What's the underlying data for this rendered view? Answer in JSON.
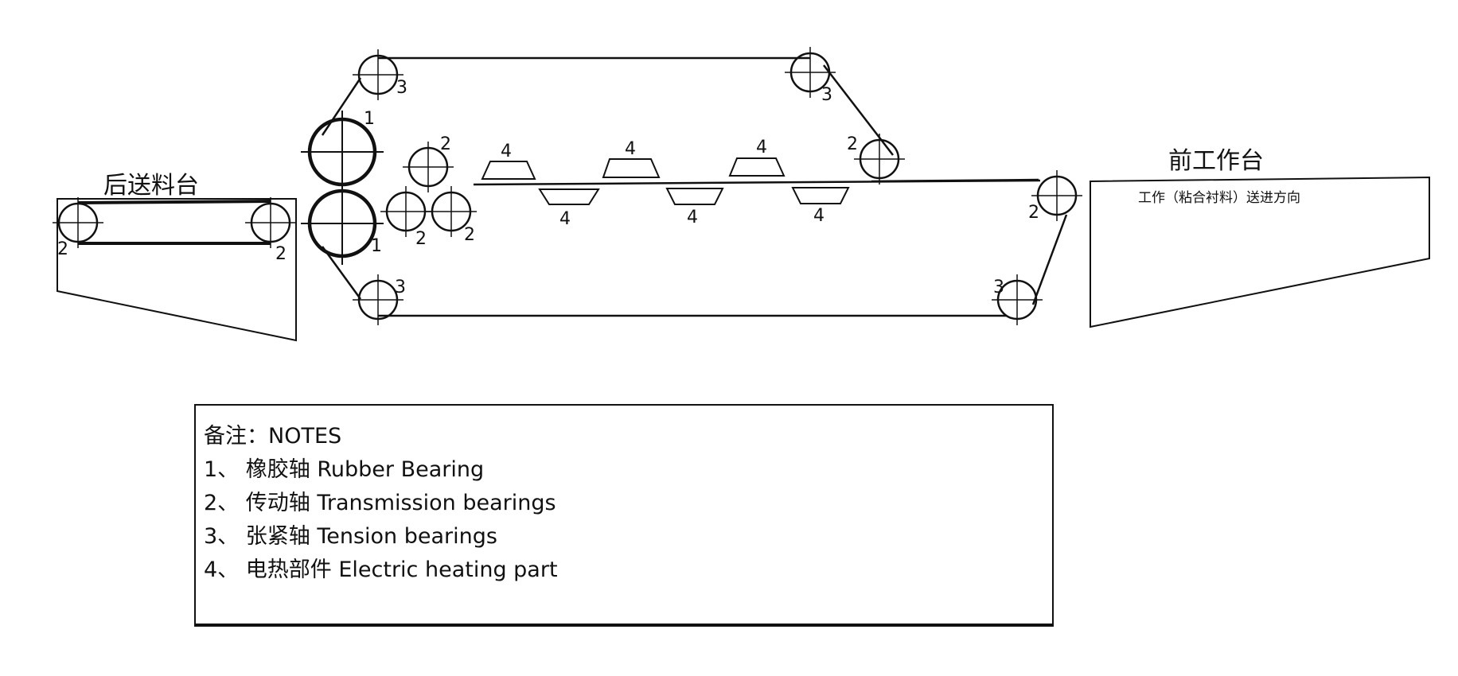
{
  "stations": {
    "rear_feed_table": "后送料台",
    "front_work_table": "前工作台",
    "feed_direction": "工作（粘合衬料）送进方向"
  },
  "labels": {
    "n1": "1",
    "n2": "2",
    "n3": "3",
    "n4": "4"
  },
  "notes": {
    "title": "备注：NOTES",
    "items": [
      "1、 橡胶轴 Rubber Bearing",
      "2、 传动轴 Transmission bearings",
      "3、 张紧轴 Tension bearings",
      "4、 电热部件 Electric heating part"
    ]
  }
}
